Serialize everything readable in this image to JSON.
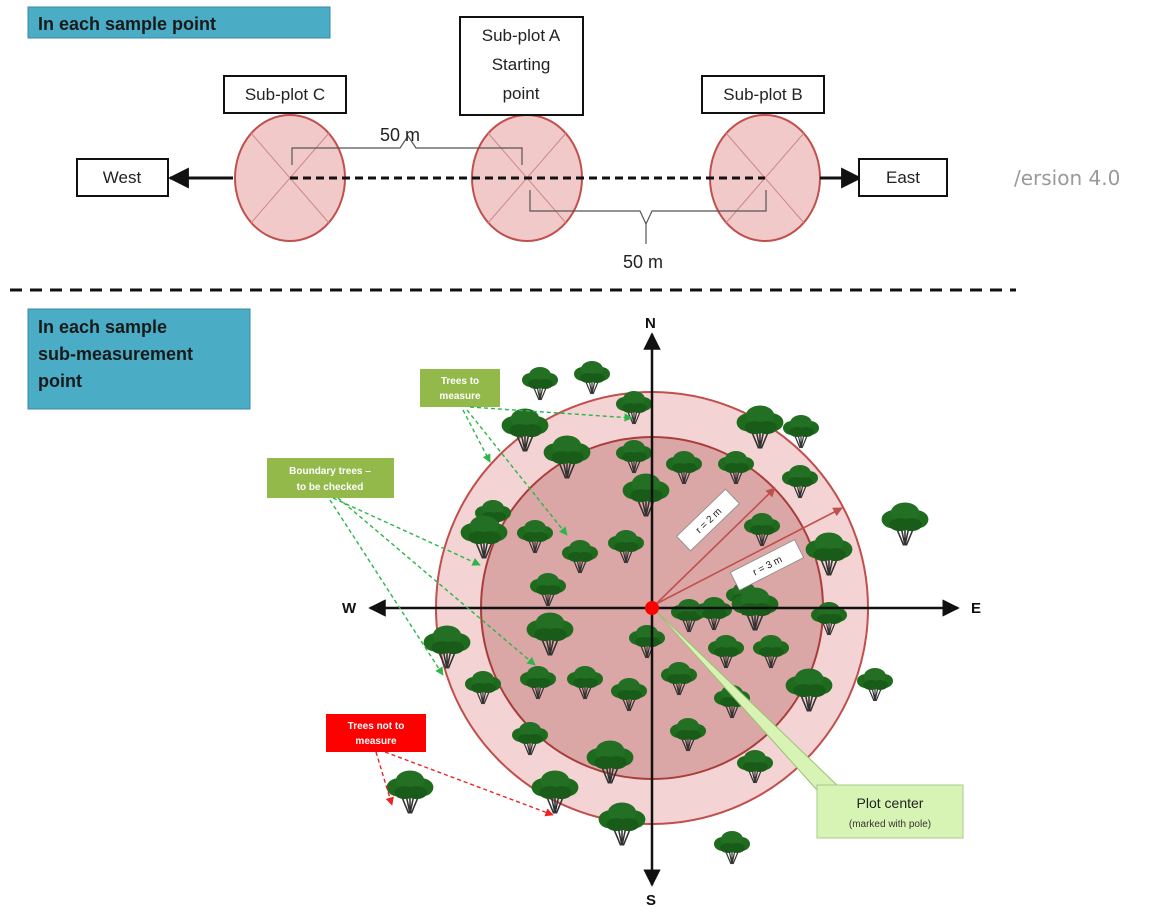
{
  "colors": {
    "header_fill": "#4bacc6",
    "subplot_fill": "#f2c9c9",
    "subplot_stroke": "#c0504d",
    "outer_ring_fill": "#f3d3d3",
    "inner_circle_fill": "#dba6a6",
    "tree_green": "#1e6b1e",
    "callout_green": "#92b94a",
    "callout_red": "#ff0000",
    "plot_center_fill": "#d7f4b4"
  },
  "top_section": {
    "header": "In each sample point",
    "west_label": "West",
    "east_label": "East",
    "subplot_c_label": "Sub-plot C",
    "subplot_b_label": "Sub-plot B",
    "subplot_a_label": [
      "Sub-plot A",
      "Starting",
      "point"
    ],
    "distance_left": "50 m",
    "distance_right": "50 m"
  },
  "version_text": "/ersion  4.0",
  "bottom_section": {
    "header": [
      "In each sample",
      "sub-measurement",
      "point"
    ],
    "compass": {
      "north": "N",
      "south": "S",
      "west": "W",
      "east": "E"
    },
    "radius_inner": "r = 2 m",
    "radius_outer": "r = 3 m",
    "callout_trees_to_measure": [
      "Trees to",
      "measure"
    ],
    "callout_boundary_trees": [
      "Boundary trees –",
      "to be checked"
    ],
    "callout_trees_not_to_measure": [
      "Trees not to",
      "measure"
    ],
    "plot_center_label": "Plot center",
    "plot_center_sublabel": "(marked with pole)"
  }
}
